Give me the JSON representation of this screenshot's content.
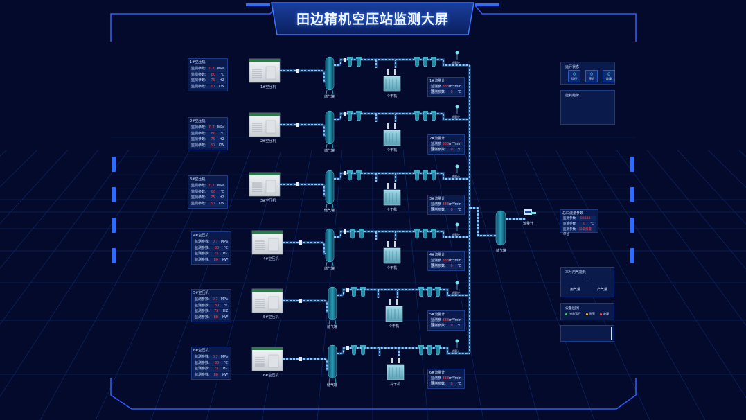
{
  "header": {
    "title": "田边精机空压站监测大屏"
  },
  "units": [
    {
      "name": "1#空压机",
      "box_title": "1#空压机",
      "tank": "储气罐",
      "dryer": "冷干机",
      "pressure": "0.7",
      "temp": "80",
      "freq": "75",
      "power": "80",
      "flow_title": "1#流量计",
      "flow": "888",
      "flow_temp": "0"
    },
    {
      "name": "2#空压机",
      "box_title": "2#空压机",
      "tank": "储气罐",
      "dryer": "冷干机",
      "pressure": "0.7",
      "temp": "80",
      "freq": "75",
      "power": "80",
      "flow_title": "2#流量计",
      "flow": "888",
      "flow_temp": "0"
    },
    {
      "name": "3#空压机",
      "box_title": "3#空压机",
      "tank": "储气罐",
      "dryer": "冷干机",
      "pressure": "0.7",
      "temp": "80",
      "freq": "75",
      "power": "80",
      "flow_title": "3#流量计",
      "flow": "888",
      "flow_temp": "0"
    },
    {
      "name": "4#空压机",
      "box_title": "4#空压机",
      "tank": "储气罐",
      "dryer": "冷干机",
      "pressure": "0.7",
      "temp": "80",
      "freq": "75",
      "power": "80",
      "flow_title": "4#流量计",
      "flow": "888",
      "flow_temp": "0"
    },
    {
      "name": "5#空压机",
      "box_title": "5#空压机",
      "tank": "储气罐",
      "dryer": "冷干机",
      "pressure": "0.7",
      "temp": "80",
      "freq": "75",
      "power": "80",
      "flow_title": "5#流量计",
      "flow": "888",
      "flow_temp": "0"
    },
    {
      "name": "6#空压机",
      "box_title": "6#空压机",
      "tank": "储气罐",
      "dryer": "冷干机",
      "pressure": "0.7",
      "temp": "80",
      "freq": "75",
      "power": "80",
      "flow_title": "6#流量计",
      "flow": "888",
      "flow_temp": "0"
    }
  ],
  "labels": {
    "param": "监测参数:",
    "u_pressure": "MPa",
    "u_temp": "℃",
    "u_freq": "HZ",
    "u_power": "KW",
    "u_flow": "m³/min",
    "tap": "流量计"
  },
  "outlet": {
    "tank": "储气罐",
    "meter": "流量计",
    "title": "总口流量参数",
    "flow": "88888",
    "temp": "0",
    "status": "异常报警",
    "status_label": "单位"
  },
  "right": {
    "run_status": {
      "title": "运行状态",
      "items": [
        {
          "n": "0",
          "t": "运行"
        },
        {
          "n": "0",
          "t": "停机"
        },
        {
          "n": "0",
          "t": "故障"
        }
      ]
    },
    "gauge_title": "能耗趋势",
    "monthly": {
      "title": "本月用气能耗",
      "value": "--",
      "left": "用气量",
      "right": "产气量"
    },
    "legend": {
      "title": "设备图例",
      "items": [
        "在线/运行",
        "报警",
        "故障"
      ],
      "colors": [
        "#3fd46b",
        "#ffc23a",
        "#ff4b4b"
      ]
    }
  },
  "colors": {
    "accent": "#2f6bff",
    "pipe": "#54e0ff",
    "alarm": "#ff4b4b",
    "bg": "#030a2b"
  }
}
